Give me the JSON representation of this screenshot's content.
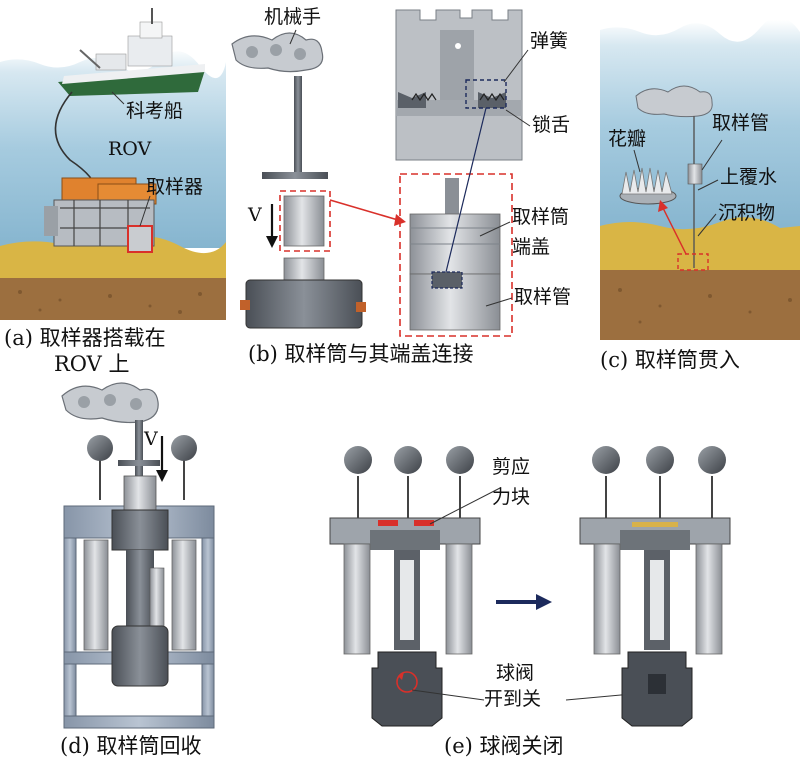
{
  "panels": {
    "a": {
      "caption_line1": "(a) 取样器搭载在",
      "caption_line2": "ROV 上",
      "labels": {
        "ship": "科考船",
        "rov": "ROV",
        "sampler": "取样器"
      }
    },
    "b": {
      "caption": "(b) 取样筒与其端盖连接",
      "labels": {
        "manipulator": "机械手",
        "velocity": "V",
        "spring": "弹簧",
        "lock_tongue": "锁舌",
        "end_cap_line1": "取样筒",
        "end_cap_line2": "端盖",
        "sampling_tube": "取样管"
      }
    },
    "c": {
      "caption": "(c) 取样筒贯入",
      "labels": {
        "petals": "花瓣",
        "sampling_tube": "取样管",
        "overlying_water": "上覆水",
        "sediment": "沉积物"
      }
    },
    "d": {
      "caption": "(d) 取样筒回收",
      "labels": {
        "velocity": "V"
      }
    },
    "e": {
      "caption": "(e) 球阀关闭",
      "labels": {
        "shear_block_line1": "剪应",
        "shear_block_line2": "力块",
        "ball_valve_line1": "球阀",
        "ball_valve_line2": "开到关"
      }
    }
  },
  "colors": {
    "sea": "#a9cde0",
    "sediment": "#d9b545",
    "seabed": "#a07444",
    "highlight": "#d9302a",
    "arrow": "#1c2a5c"
  }
}
